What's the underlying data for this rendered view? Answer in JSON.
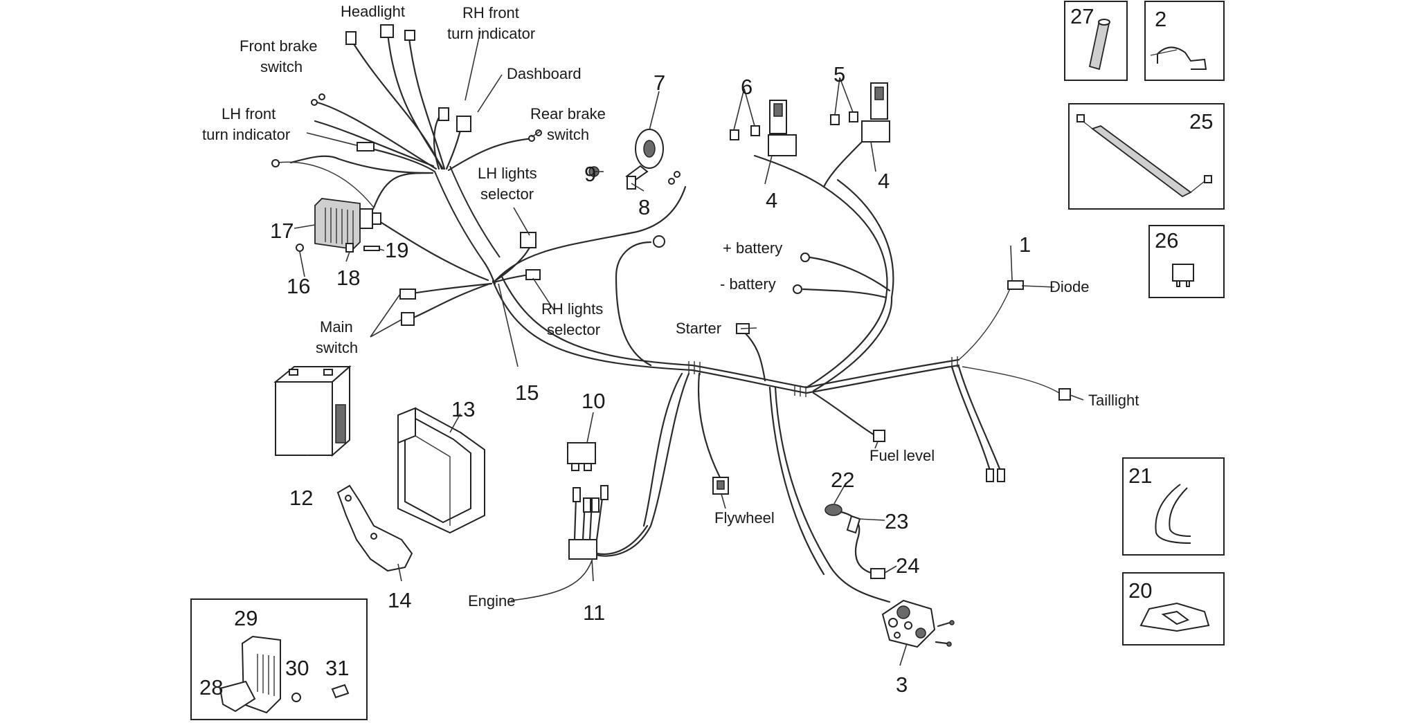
{
  "labels": {
    "headlight": "Headlight",
    "rh_front_turn_1": "RH front",
    "rh_front_turn_2": "turn indicator",
    "front_brake_1": "Front brake",
    "front_brake_2": "switch",
    "dashboard": "Dashboard",
    "rear_brake_1": "Rear brake",
    "rear_brake_2": "switch",
    "lh_front_turn_1": "LH front",
    "lh_front_turn_2": "turn indicator",
    "lh_lights_1": "LH lights",
    "lh_lights_2": "selector",
    "rh_lights_1": "RH lights",
    "rh_lights_2": "selector",
    "main_switch_1": "Main",
    "main_switch_2": "switch",
    "plus_battery": "+  battery",
    "minus_battery": "-  battery",
    "diode": "Diode",
    "starter": "Starter",
    "taillight": "Taillight",
    "fuel_level": "Fuel level",
    "flywheel": "Flywheel",
    "engine": "Engine"
  },
  "numbers": {
    "n1": "1",
    "n2": "2",
    "n3": "3",
    "n4a": "4",
    "n4b": "4",
    "n5": "5",
    "n6": "6",
    "n7": "7",
    "n8": "8",
    "n9": "9",
    "n10": "10",
    "n11": "11",
    "n12": "12",
    "n13": "13",
    "n14": "14",
    "n15": "15",
    "n16": "16",
    "n17": "17",
    "n18": "18",
    "n19": "19",
    "n20": "20",
    "n21": "21",
    "n22": "22",
    "n23": "23",
    "n24": "24",
    "n25": "25",
    "n26": "26",
    "n27": "27",
    "n28": "28",
    "n29": "29",
    "n30": "30",
    "n31": "31"
  }
}
